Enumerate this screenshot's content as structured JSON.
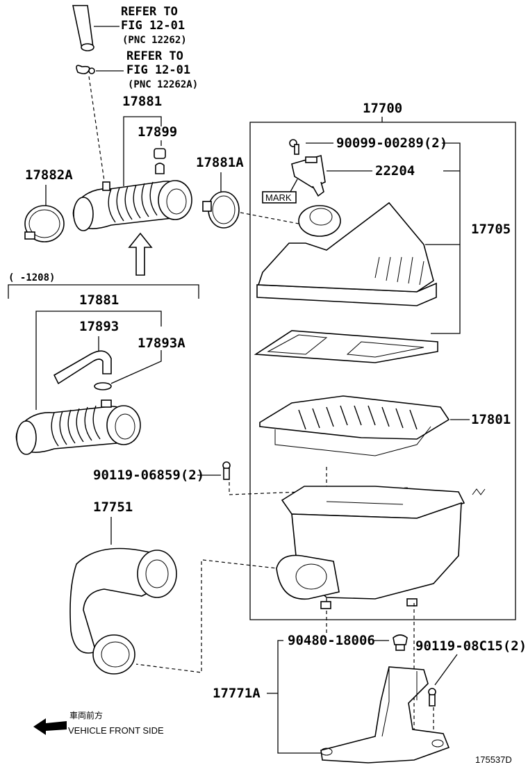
{
  "references": {
    "ref1_line1": "REFER TO",
    "ref1_line2": "FIG 12-01",
    "ref1_line3": "(PNC 12262)",
    "ref2_line1": "REFER TO",
    "ref2_line2": "FIG 12-01",
    "ref2_line3": "(PNC 12262A)"
  },
  "parts": {
    "p17881_top": "17881",
    "p17899": "17899",
    "p17882A": "17882A",
    "p17881A": "17881A",
    "p17700": "17700",
    "p90099": "90099-00289(2)",
    "p22204": "22204",
    "mark": "MARK",
    "p17705": "17705",
    "range": "(       -1208)",
    "p17881_mid": "17881",
    "p17893": "17893",
    "p17893A": "17893A",
    "p17801": "17801",
    "p90119_06859": "90119-06859(2)",
    "p17751": "17751",
    "p90480": "90480-18006",
    "p90119_08C15": "90119-08C15(2)",
    "p17771A": "17771A"
  },
  "legend": {
    "japanese": "車両前方",
    "english": "VEHICLE FRONT SIDE"
  },
  "figure_id": "175537D"
}
